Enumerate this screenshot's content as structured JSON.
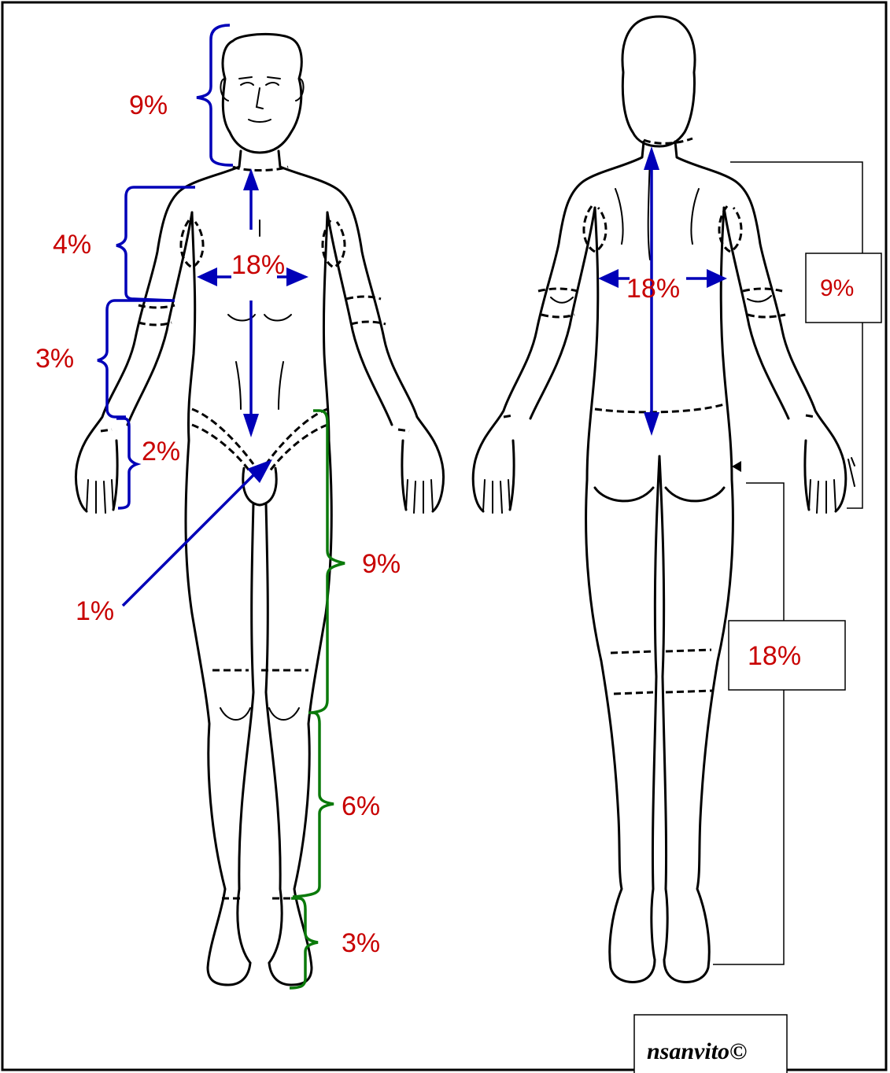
{
  "labels": {
    "front_head": "9%",
    "front_trunk": "18%",
    "front_upper_arm": "4%",
    "front_forearm": "3%",
    "front_hand": "2%",
    "front_genitals": "1%",
    "front_thigh": "9%",
    "front_lower_leg": "6%",
    "front_foot": "3%",
    "back_trunk": "18%",
    "back_arm": "9%",
    "back_leg": "18%"
  },
  "credit": "nsanvito©",
  "colors": {
    "label": "#c80000",
    "arrows_and_brackets": "#0000b8",
    "leg_brackets": "#0a7a0a",
    "outline": "#000000"
  }
}
